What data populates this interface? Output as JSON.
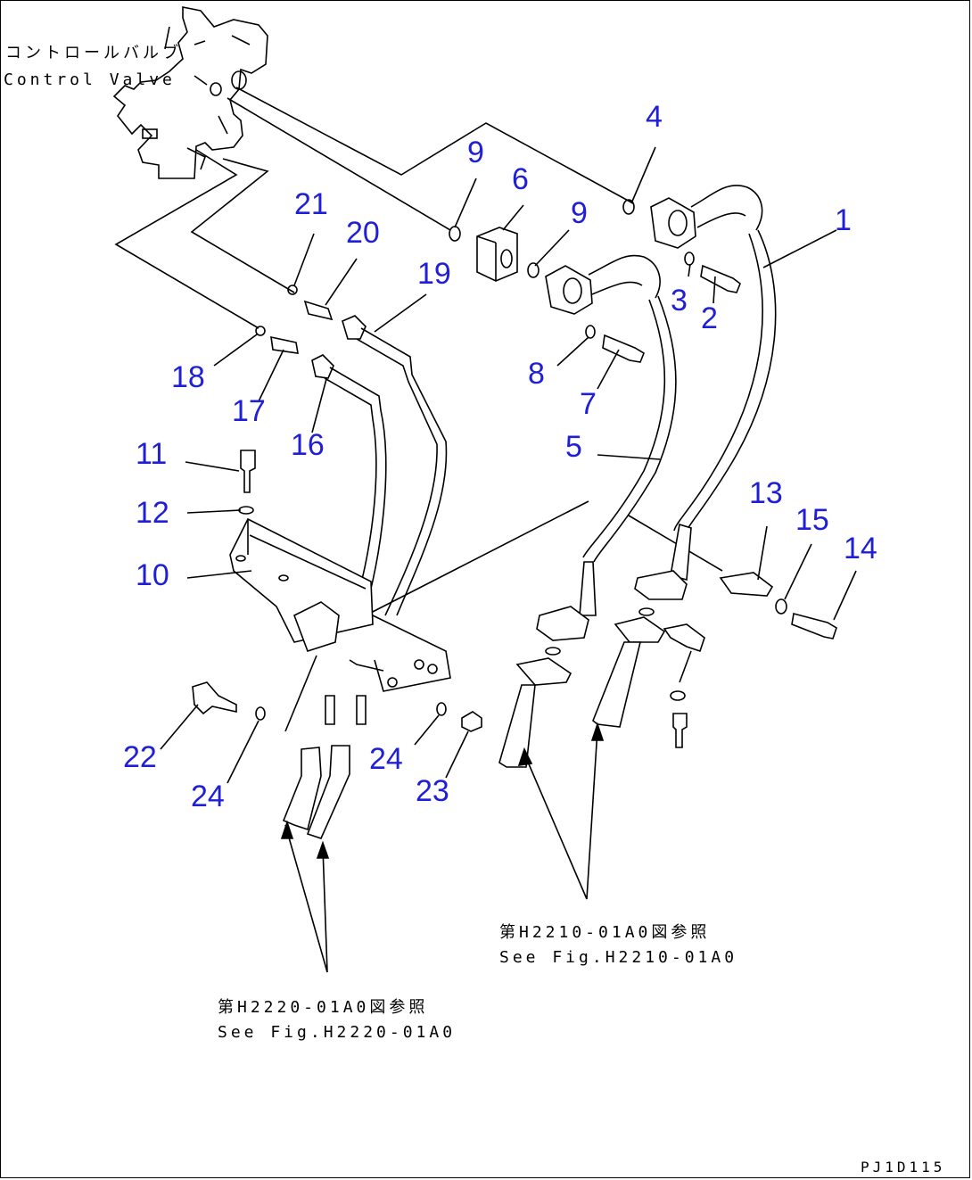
{
  "labels": {
    "control_valve_jp": "コントロールバルブ",
    "control_valve_en": "Control Valve",
    "ref1_jp": "第H2210-01A0図参照",
    "ref1_en": "See Fig.H2210-01A0",
    "ref2_jp": "第H2220-01A0図参照",
    "ref2_en": "See Fig.H2220-01A0",
    "drawing_code": "PJ1D115"
  },
  "callouts": [
    "1",
    "2",
    "3",
    "4",
    "5",
    "6",
    "7",
    "8",
    "9",
    "9",
    "10",
    "11",
    "12",
    "13",
    "14",
    "15",
    "16",
    "17",
    "18",
    "19",
    "20",
    "21",
    "22",
    "23",
    "24",
    "24"
  ],
  "colors": {
    "callout": "#1f1fd6",
    "line": "#000000",
    "background": "#ffffff"
  }
}
